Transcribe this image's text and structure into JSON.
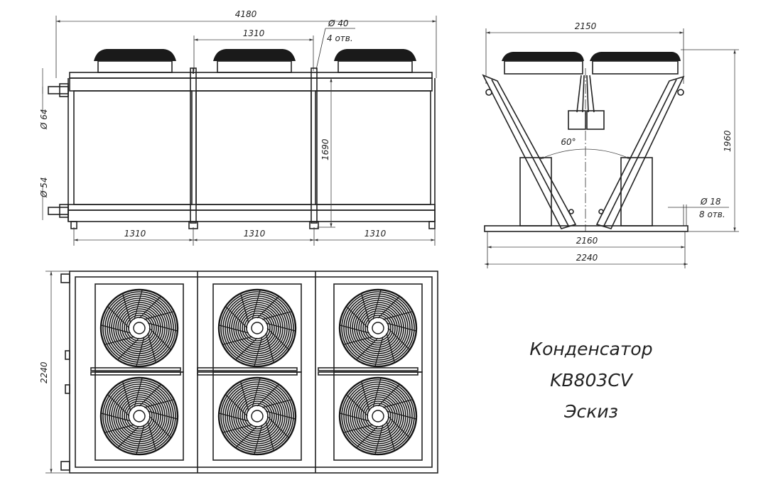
{
  "front_view": {
    "overall_length": "4180",
    "fan_spacing_top": "1310",
    "hole_diameter": "Ø 40",
    "hole_count": "4 отв.",
    "pipe_diameter_top": "Ø 64",
    "pipe_diameter_bottom": "Ø 54",
    "height": "1690",
    "bottom_spacings": [
      "1310",
      "1310",
      "1310"
    ]
  },
  "side_view": {
    "top_width": "2150",
    "angle": "60°",
    "height": "1960",
    "mount_hole_diameter": "Ø  18",
    "mount_hole_count": "8 отв.",
    "base_width_inner": "2160",
    "base_width_outer": "2240"
  },
  "plan_view": {
    "width": "2240",
    "fan_count": 6
  },
  "title_block": {
    "line1": "Конденсатор",
    "line2": "KB803CV",
    "line3": "Эскиз"
  }
}
